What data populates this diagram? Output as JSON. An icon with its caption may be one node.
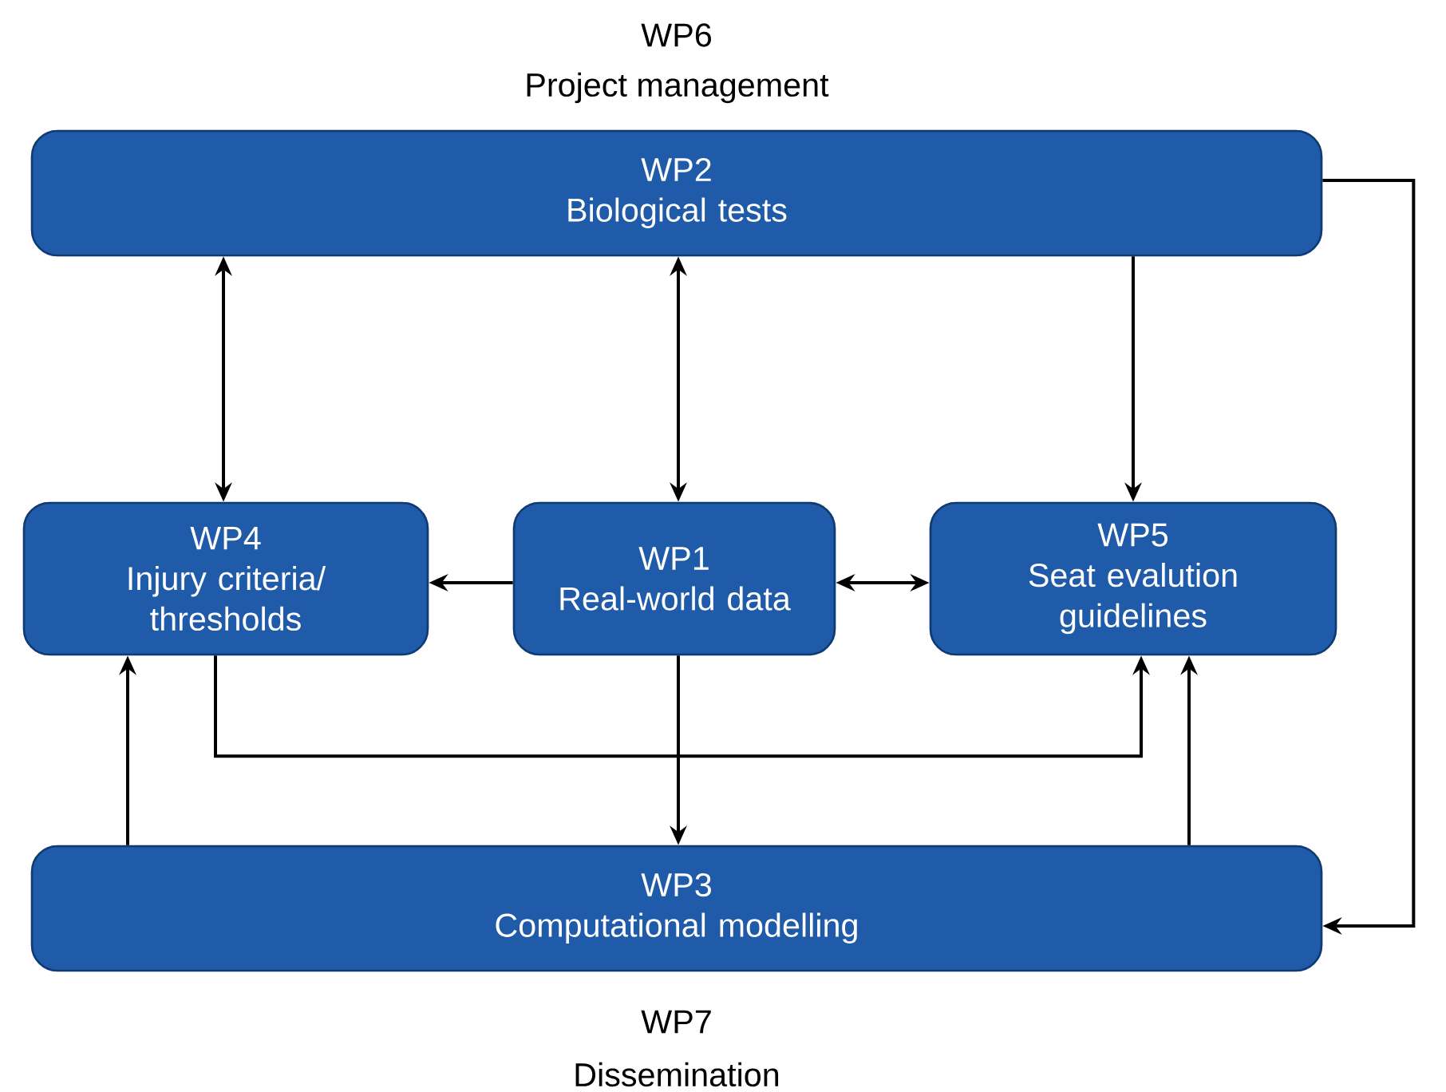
{
  "diagram": {
    "nodes": [
      {
        "text": [
          "WP2",
          "Biological tests"
        ]
      },
      {
        "text": [
          "WP4",
          "Injury criteria/ thresholds"
        ]
      },
      {
        "text": [
          "WP1",
          "Real-world data"
        ]
      },
      {
        "text": [
          "WP5",
          "Seat evalution guidelines"
        ]
      },
      {
        "text": [
          "WP3",
          "Computational modelling"
        ]
      }
    ],
    "edges": [
      {
        "from": 0,
        "to": 1,
        "arrow": "both"
      },
      {
        "from": 0,
        "to": 2,
        "arrow": "both"
      },
      {
        "from": 0,
        "to": 3,
        "arrow": "to"
      },
      {
        "from": 2,
        "to": 1,
        "arrow": "to"
      },
      {
        "from": 2,
        "to": 3,
        "arrow": "both"
      },
      {
        "from": 1,
        "to": 3,
        "arrow": "to"
      },
      {
        "from": 2,
        "to": 4,
        "arrow": "to"
      },
      {
        "from": 4,
        "to": 1,
        "arrow": "to"
      },
      {
        "from": 4,
        "to": 3,
        "arrow": "to"
      },
      {
        "from": 0,
        "to": 4,
        "arrow": "to"
      }
    ],
    "labels": [
      "WP6",
      "Project management",
      "WP7",
      "Dissemination"
    ]
  }
}
